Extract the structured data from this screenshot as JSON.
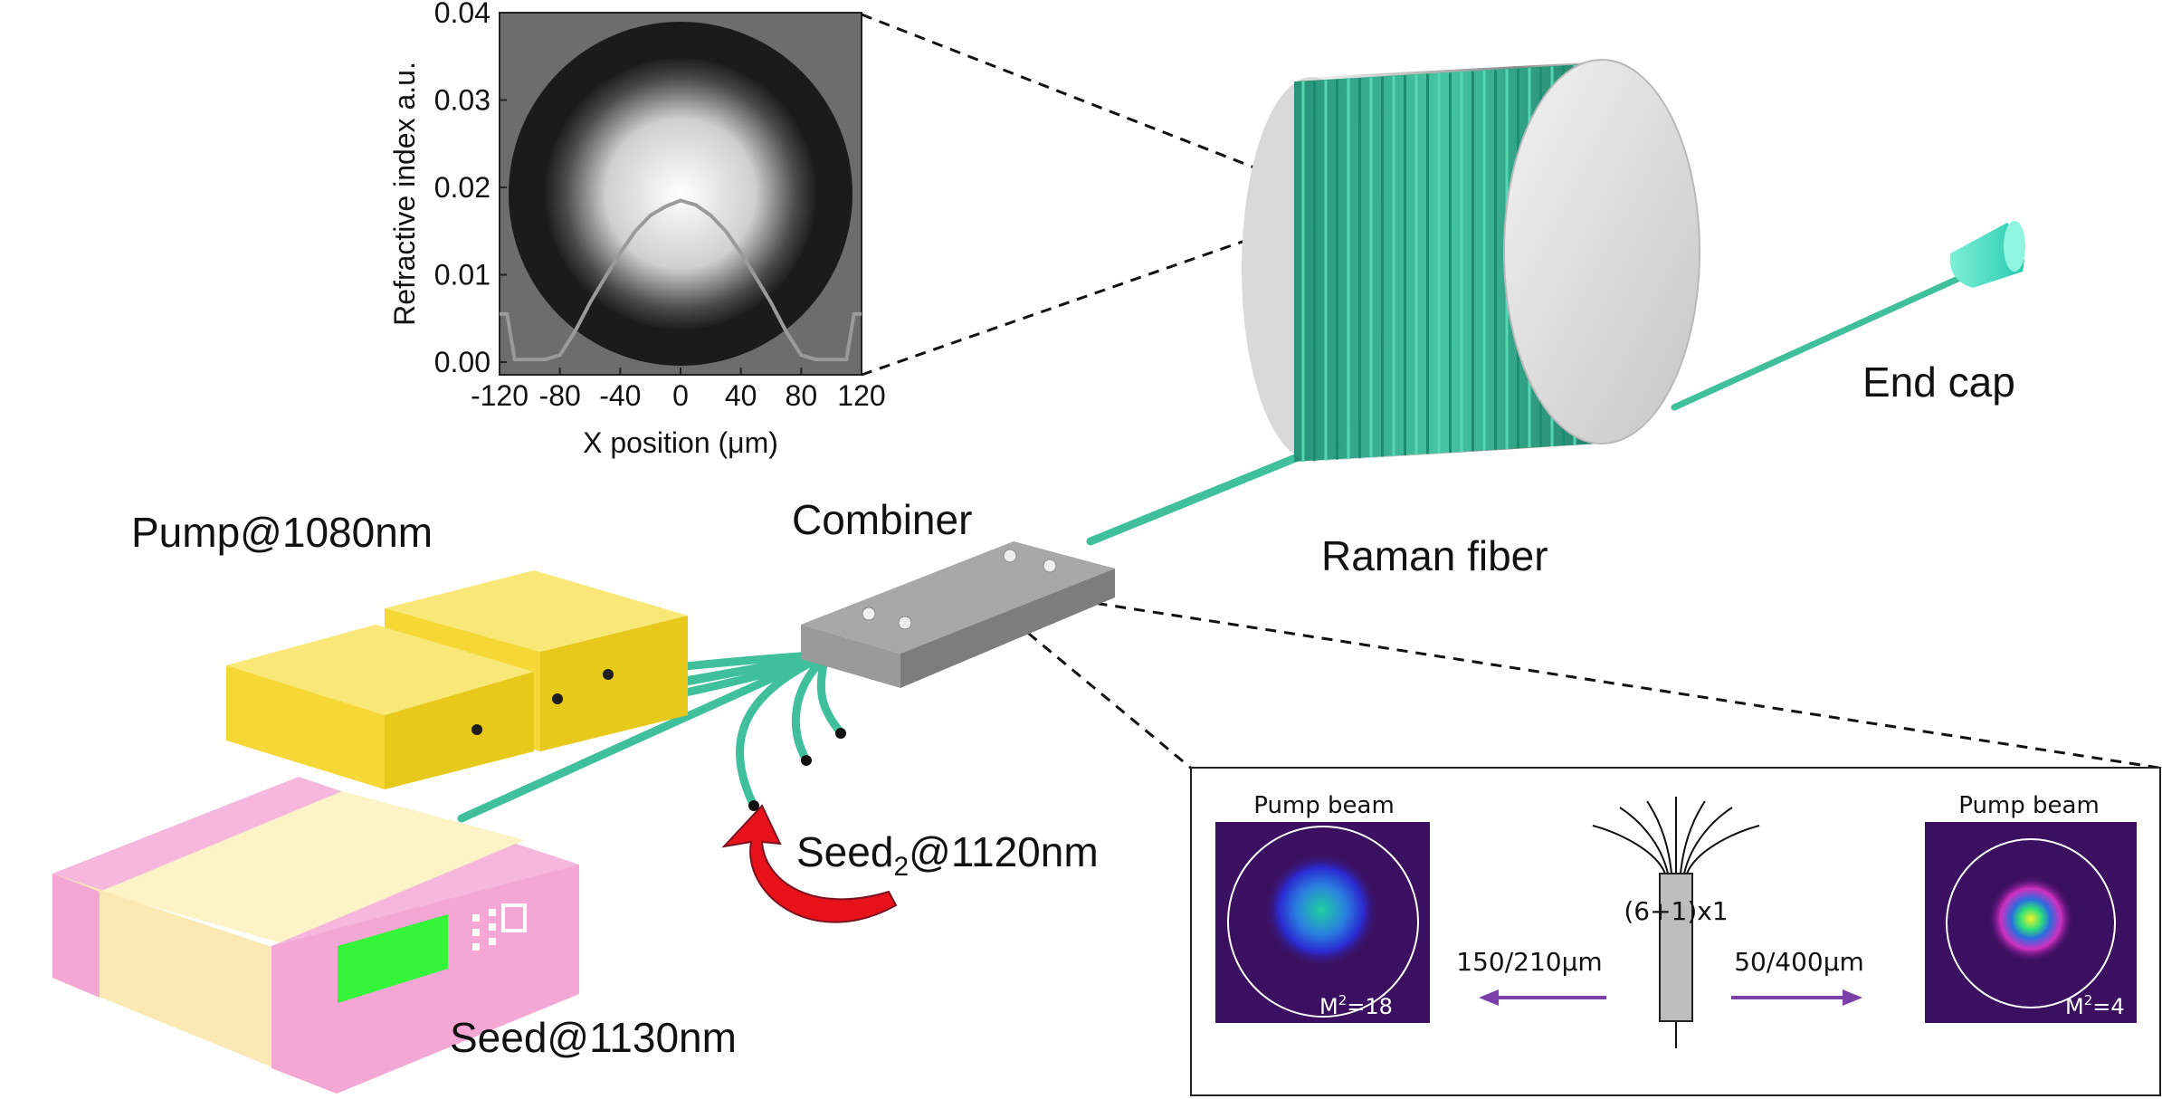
{
  "labels": {
    "pump": "Pump@1080nm",
    "combiner": "Combiner",
    "raman_fiber": "Raman fiber",
    "end_cap": "End cap",
    "seed2_prefix": "Seed",
    "seed2_sub": "2",
    "seed2_suffix": "@1120nm",
    "seed": "Seed@1130nm"
  },
  "inset_combiner": {
    "left_title": "Pump beam",
    "left_m2_prefix": "M",
    "left_m2_sup": "2",
    "left_m2_value": "=18",
    "right_title": "Pump beam",
    "right_m2_prefix": "M",
    "right_m2_sup": "2",
    "right_m2_value": "=4",
    "center_label": "(6+1)x1",
    "left_fiber": "150/210μm",
    "right_fiber": "50/400μm"
  },
  "colors": {
    "fiber": "#3fbf9a",
    "pump_box": "#f5d835",
    "seed_body": "#fdf3c6",
    "seed_caps": "#f4a6d4",
    "display": "#34f53a",
    "arrow_red": "#e8121a",
    "arrow_purple": "#7b3fa8"
  },
  "chart_data": {
    "type": "line",
    "title": "",
    "xlabel": "X position (μm)",
    "ylabel": "Refractive index a.u.",
    "xlim": [
      -120,
      120
    ],
    "ylim": [
      0,
      0.04
    ],
    "xticks": [
      "-120",
      "-80",
      "-40",
      "0",
      "40",
      "80",
      "120"
    ],
    "yticks": [
      "0.00",
      "0.01",
      "0.02",
      "0.03",
      "0.04"
    ],
    "x": [
      -120,
      -115,
      -110,
      -100,
      -90,
      -80,
      -70,
      -60,
      -50,
      -40,
      -30,
      -20,
      -10,
      0,
      10,
      20,
      30,
      40,
      50,
      60,
      70,
      80,
      90,
      100,
      110,
      115,
      120
    ],
    "values": [
      0.0055,
      0.0055,
      0.0003,
      0.0003,
      0.0003,
      0.0008,
      0.0035,
      0.0068,
      0.0097,
      0.0125,
      0.015,
      0.0168,
      0.0178,
      0.0185,
      0.018,
      0.0168,
      0.015,
      0.0125,
      0.0097,
      0.0068,
      0.0035,
      0.0008,
      0.0003,
      0.0003,
      0.0003,
      0.0055,
      0.0055
    ]
  }
}
